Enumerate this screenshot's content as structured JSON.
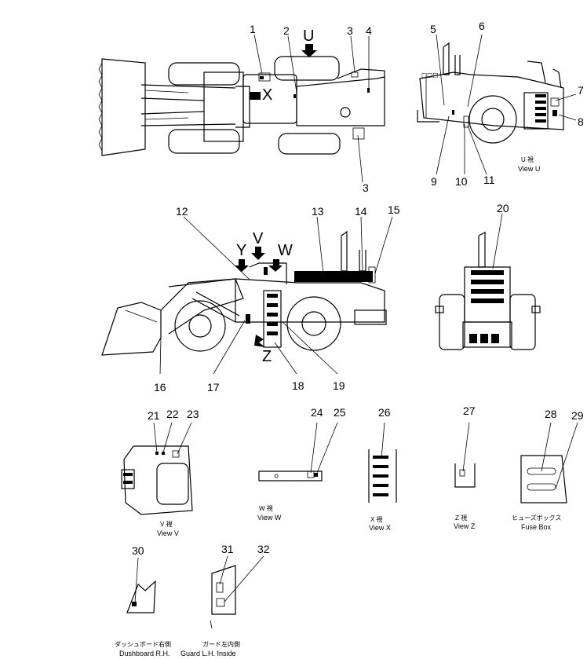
{
  "callouts": [
    "1",
    "2",
    "3",
    "3",
    "4",
    "5",
    "6",
    "7",
    "8",
    "9",
    "10",
    "11",
    "12",
    "13",
    "14",
    "15",
    "16",
    "17",
    "18",
    "19",
    "20",
    "21",
    "22",
    "23",
    "24",
    "25",
    "26",
    "27",
    "28",
    "29",
    "30",
    "31",
    "32"
  ],
  "view_arrows": {
    "u": "U",
    "x": "X",
    "y": "Y",
    "v": "V",
    "w": "W",
    "z": "Z"
  },
  "captions": {
    "view_u_jp": "U 視",
    "view_u": "View U",
    "view_v_jp": "V 視",
    "view_v": "View V",
    "view_w_jp": "W 視",
    "view_w": "View W",
    "view_x_jp": "X 視",
    "view_x": "View X",
    "view_z_jp": "Z 視",
    "view_z": "View Z",
    "fuse_jp": "ヒューズボックス",
    "fuse": "Fuse Box",
    "dash_jp": "ダッシュボード右側",
    "dash": "Dushboard R.H.",
    "guard_jp": "ガード左内側",
    "guard": "Guard L.H. Inside"
  }
}
